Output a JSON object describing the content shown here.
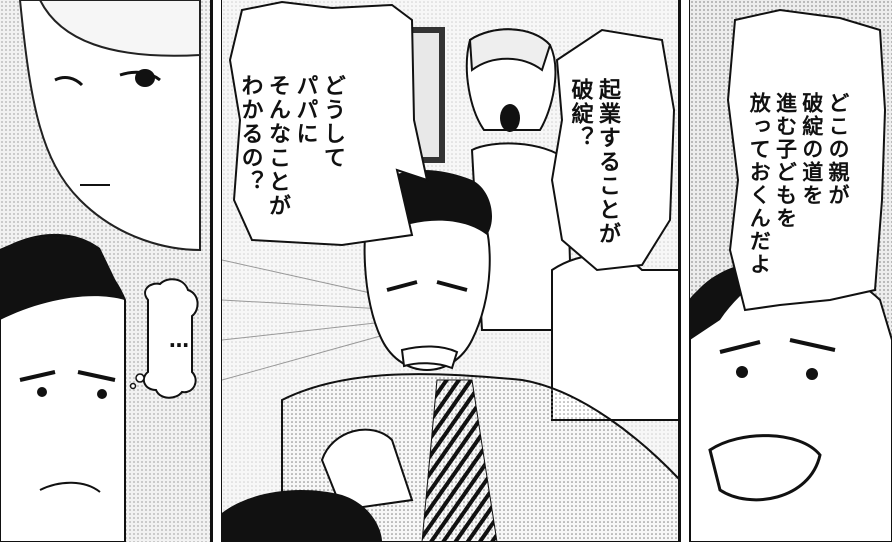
{
  "speech": {
    "son_question": "どうして\nパパに\nそんなことが\nわかるの？",
    "woman_shout": "起業することが\n破綻？",
    "father_reply": "どこの親が\n破綻の道を\n進む子どもを\n放っておくんだよ",
    "thought_dots": "…"
  }
}
